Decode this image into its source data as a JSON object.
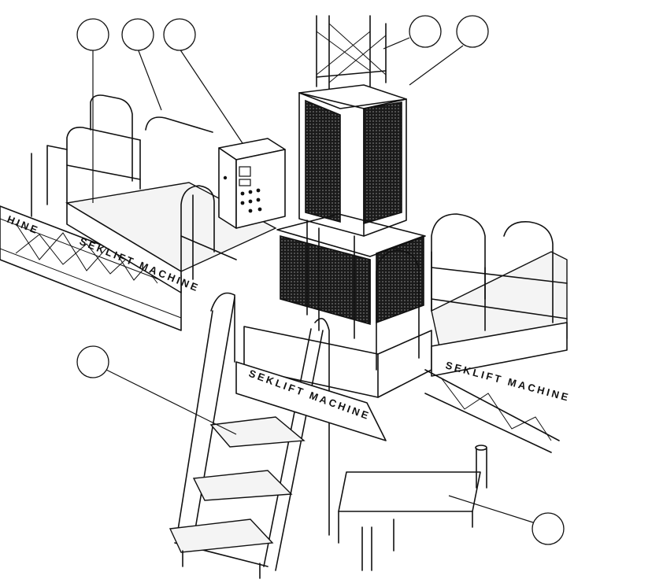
{
  "diagram": {
    "brand_texts": [
      "HINE",
      "SEKLIFT MACHINE",
      "SEKLIFT MACHINE",
      "SEKLIFT MACHINE"
    ],
    "callouts": [
      "",
      "",
      "",
      "",
      "",
      "",
      ""
    ],
    "colors": {
      "line": "#111111",
      "background": "#ffffff",
      "mesh": "#1a1a1a"
    }
  }
}
